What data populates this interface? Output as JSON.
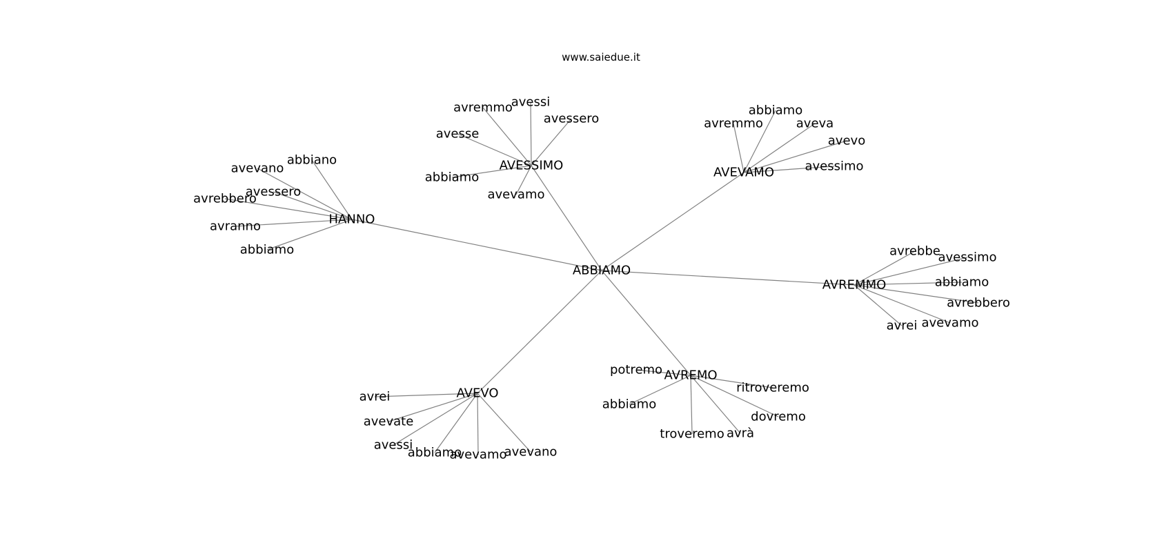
{
  "header": {
    "site": "www.saiedue.it"
  },
  "graph": {
    "center": "ABBIAMO",
    "hubs": [
      {
        "key": "hanno",
        "label": "HANNO",
        "leaves": [
          "abbiano",
          "avevano",
          "avessero",
          "avrebbero",
          "avranno",
          "abbiamo"
        ]
      },
      {
        "key": "avessimo",
        "label": "AVESSIMO",
        "leaves": [
          "avremmo",
          "avessi",
          "avessero",
          "avesse",
          "abbiamo",
          "avevamo"
        ]
      },
      {
        "key": "avevamo",
        "label": "AVEVAMO",
        "leaves": [
          "abbiamo",
          "avremmo",
          "aveva",
          "avevo",
          "avessimo"
        ]
      },
      {
        "key": "avremmo",
        "label": "AVREMMO",
        "leaves": [
          "avrebbe",
          "avessimo",
          "abbiamo",
          "avrebbero",
          "avevamo",
          "avrei"
        ]
      },
      {
        "key": "avremo",
        "label": "AVREMO",
        "leaves": [
          "potremo",
          "ritroveremo",
          "abbiamo",
          "dovremo",
          "troveremo",
          "avrà"
        ]
      },
      {
        "key": "avevo",
        "label": "AVEVO",
        "leaves": [
          "avrei",
          "avevate",
          "avessi",
          "abbiamo",
          "avevamo",
          "avevano"
        ]
      }
    ]
  }
}
